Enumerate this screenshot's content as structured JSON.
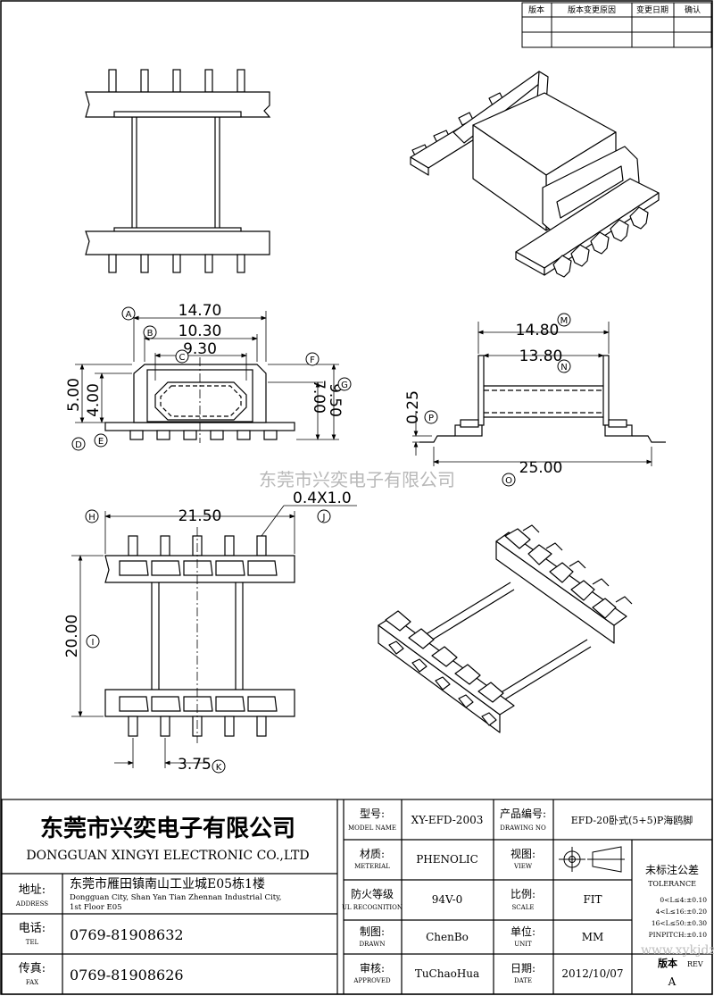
{
  "revision_table": {
    "headers": [
      "版本",
      "版本变更原因",
      "变更日期",
      "确认"
    ]
  },
  "watermark": "东莞市兴奕电子有限公司",
  "watermark_url": "www.xykjdz.com",
  "dimensions": {
    "A": "14.70",
    "B": "10.30",
    "C": "9.30",
    "D": "5.00",
    "E": "4.00",
    "F": "7.00",
    "G": "9.50",
    "M": "14.80",
    "N": "13.80",
    "P": "0.25",
    "O": "25.00",
    "H": "21.50",
    "J": "0.4X1.0",
    "I": "20.00",
    "K": "3.75"
  },
  "callouts": [
    "A",
    "B",
    "C",
    "D",
    "E",
    "F",
    "G",
    "M",
    "N",
    "P",
    "O",
    "H",
    "J",
    "I",
    "K"
  ],
  "title_block": {
    "company_cn": "东莞市兴奕电子有限公司",
    "company_en": "DONGGUAN XINGYI ELECTRONIC CO.,LTD",
    "address_label": "地址:",
    "address_label_en": "ADDRESS",
    "address_cn": "东莞市雁田镇南山工业城E05栋1楼",
    "address_en_1": "Dongguan City, Shan Yan Tian Zhennan Industrial City,",
    "address_en_2": "1st Floor E05",
    "tel_label": "电话:",
    "tel_label_en": "TEL",
    "tel": "0769-81908632",
    "fax_label": "传真:",
    "fax_label_en": "FAX",
    "fax": "0769-81908626",
    "model_label": "型号:",
    "model_label_en": "MODEL NAME",
    "model": "XY-EFD-2003",
    "material_label": "材质:",
    "material_label_en": "METERIAL",
    "material": "PHENOLIC",
    "ul_label": "防火等级",
    "ul_label_en": "UL RECOGNITION",
    "ul": "94V-0",
    "drawn_label": "制图:",
    "drawn_label_en": "DRAWN",
    "drawn": "ChenBo",
    "approved_label": "审核:",
    "approved_label_en": "APPROVED",
    "approved": "TuChaoHua",
    "drawing_no_label": "产品编号:",
    "drawing_no_label_en": "DRAWING NO",
    "drawing_no": "EFD-20卧式(5+5)P海鸥脚",
    "view_label": "视图:",
    "view_label_en": "VIEW",
    "scale_label": "比例:",
    "scale_label_en": "SCALE",
    "scale": "FIT",
    "unit_label": "单位:",
    "unit_label_en": "UNIT",
    "unit": "MM",
    "date_label": "日期:",
    "date_label_en": "DATE",
    "date": "2012/10/07",
    "tolerance_title": "未标注公差",
    "tolerance_title_en": "TOLERANCE",
    "tol_1": "0<L≤4:±0.10",
    "tol_2": "4<L≤16:±0.20",
    "tol_3": "16<L≤50:±0.30",
    "tol_4": "PINPITCH:±0.10",
    "rev_label": "版本",
    "rev_label_en": "REV",
    "rev": "A"
  }
}
